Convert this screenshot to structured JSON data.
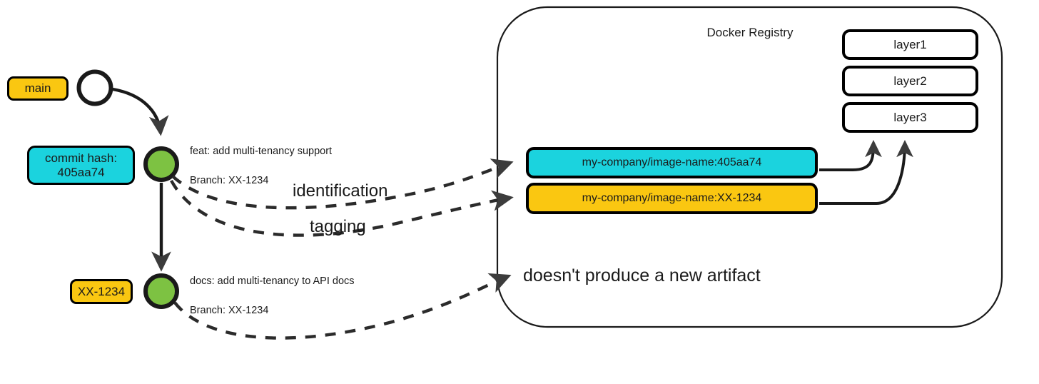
{
  "diagram": {
    "title_hidden": "",
    "colors": {
      "yellow": "#FAC711",
      "cyan": "#1BD3DE",
      "green": "#7DC242",
      "stroke": "#1a1a1a",
      "background": "#ffffff"
    }
  },
  "git": {
    "branch_badge": "main",
    "commit_hash_label": "commit hash:",
    "commit_hash_value": "405aa74",
    "branch_tag_badge": "XX-1234",
    "commits": [
      {
        "message": "feat: add multi-tenancy support",
        "branch": "Branch: XX-1234"
      },
      {
        "message": "docs: add multi-tenancy to API docs",
        "branch": "Branch: XX-1234"
      }
    ]
  },
  "edge_labels": {
    "identification": "identification",
    "tagging": "tagging",
    "no_artifact": "doesn't produce a new artifact"
  },
  "registry": {
    "title": "Docker Registry",
    "images": [
      {
        "name": "my-company/image-name:405aa74",
        "color": "cyan"
      },
      {
        "name": "my-company/image-name:XX-1234",
        "color": "yellow"
      }
    ],
    "layers": [
      {
        "label": "layer1"
      },
      {
        "label": "layer2"
      },
      {
        "label": "layer3"
      }
    ]
  }
}
